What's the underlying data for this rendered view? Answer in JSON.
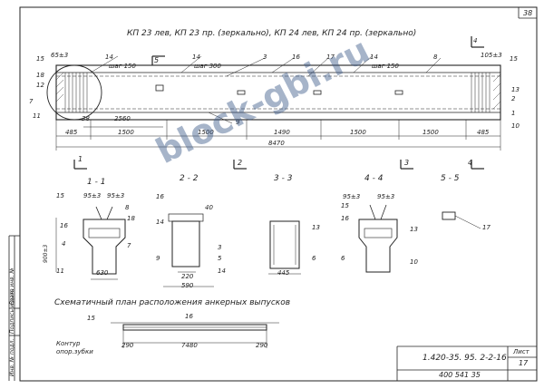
{
  "title": "КП 23 лев, КП 23 пр. (зеркально), КП 24 лев, КП 24 пр. (зеркально)",
  "page_number": "38",
  "sections": {
    "s11": "1 - 1",
    "s22": "2 - 2",
    "s33": "3 - 3",
    "s44": "4 - 4",
    "s55": "5 - 5"
  },
  "cut_marks": [
    "1",
    "2",
    "3",
    "4",
    "5"
  ],
  "main_dims": {
    "d485a": "485",
    "d1500a": "1500",
    "d1500b": "1500",
    "d1490": "1490",
    "d1500c": "1500",
    "d1500d": "1500",
    "d485b": "485",
    "total": "8470",
    "d2560": "2560",
    "d38": "38"
  },
  "pitch_labels": {
    "p1_count": "14",
    "p1_step": "шаг 150",
    "p2_count": "14",
    "p2_step": "шаг 300",
    "p3_count": "14",
    "p3_step": "шаг 150"
  },
  "callouts": {
    "c15a": "15",
    "c18": "18",
    "c12": "12",
    "c7": "7",
    "c11": "11",
    "c65": "65±3",
    "c5": "5",
    "c3": "3",
    "c9": "9",
    "c16": "16",
    "c17": "17",
    "c8": "8",
    "c4": "4",
    "c105": "105±3",
    "c15b": "15",
    "c13": "13",
    "c2": "2",
    "c1": "1",
    "c10": "10"
  },
  "sec1": {
    "l15": "15",
    "l16": "16",
    "l4": "4",
    "l11": "11",
    "l8": "8",
    "l18": "18",
    "l7": "7",
    "w": "630",
    "h": "900±3",
    "g1": "95±3",
    "g2": "95±3"
  },
  "sec2": {
    "l16": "16",
    "l14": "14",
    "l9": "9",
    "l3": "3",
    "l5": "5",
    "l14b": "14",
    "w1": "220",
    "w2": "590",
    "h": "40"
  },
  "sec3": {
    "l13": "13",
    "l6": "6",
    "w": "445"
  },
  "sec4": {
    "l15": "15",
    "l16": "16",
    "l13": "13",
    "l6": "6",
    "l10": "10",
    "g1": "95±3",
    "g2": "95±3"
  },
  "sec5": {
    "l17": "17"
  },
  "plan": {
    "title": "Схематичный план расположения анкерных выпусков",
    "l15": "15",
    "l16": "16",
    "contour": "Контур",
    "support": "опор.зубки",
    "d1": "290",
    "d2": "7480",
    "d3": "290"
  },
  "stamp": {
    "code": "1.420-35. 95. 2-2-16",
    "sheet_label": "Лист",
    "sheet_no": "17",
    "number": "400 541   35"
  },
  "side_margin": {
    "c1": "Инв. № подл.",
    "c2": "Подпись и дата",
    "c3": "Взам. инв. №"
  },
  "watermark": "block-gbi.ru",
  "colors": {
    "ink": "#222222",
    "watermark": "#3b5a8a"
  }
}
